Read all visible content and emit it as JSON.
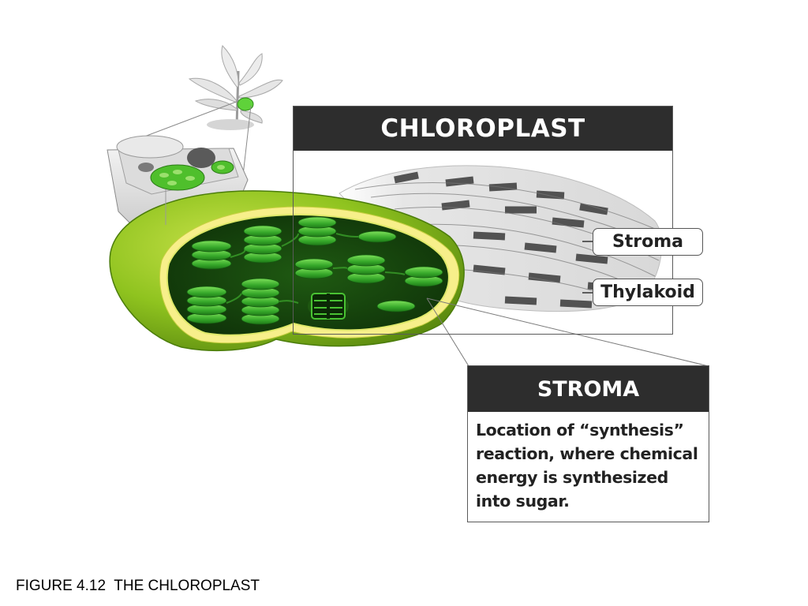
{
  "chloroplast_panel": {
    "title": "CHLOROPLAST",
    "labels": {
      "stroma": "Stroma",
      "thylakoid": "Thylakoid"
    }
  },
  "stroma_panel": {
    "title": "STROMA",
    "description": "Location of “synthesis” reaction, where chemical energy is synthesized into sugar."
  },
  "caption": "FIGURE 4.12  THE CHLOROPLAST",
  "colors": {
    "header_bg": "#2d2d2d",
    "chloroplast_green": "#8fc31f",
    "thylakoid_green": "#3fae2a"
  }
}
